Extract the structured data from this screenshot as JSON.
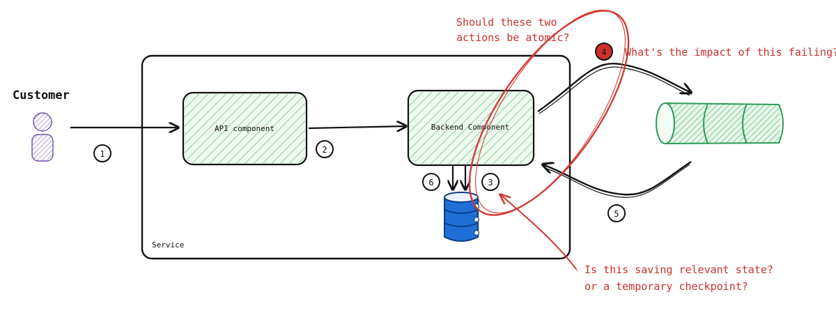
{
  "actor": {
    "label": "Customer",
    "icon": "person-icon",
    "color": "#7a5fb0"
  },
  "service": {
    "label": "Service"
  },
  "components": {
    "api": {
      "label": "API component"
    },
    "backend": {
      "label": "Backend Component"
    }
  },
  "database": {
    "icon": "database-icon",
    "color": "#1f6fd6"
  },
  "queue": {
    "icon": "queue-icon",
    "color": "#2e9a58"
  },
  "steps": [
    "1",
    "2",
    "3",
    "4",
    "5",
    "6"
  ],
  "annotations": {
    "atomic_question": {
      "line1": "Should these two",
      "line2": "actions be atomic?"
    },
    "failure_question": "What's the impact of this failing?",
    "state_question": {
      "line1": "Is this saving relevant state?",
      "line2": "or a temporary checkpoint?"
    }
  },
  "colors": {
    "annotation": "#c9302c",
    "fill": "#e8f7ec",
    "hatch": "#7ccb8e",
    "ink": "#111111"
  }
}
